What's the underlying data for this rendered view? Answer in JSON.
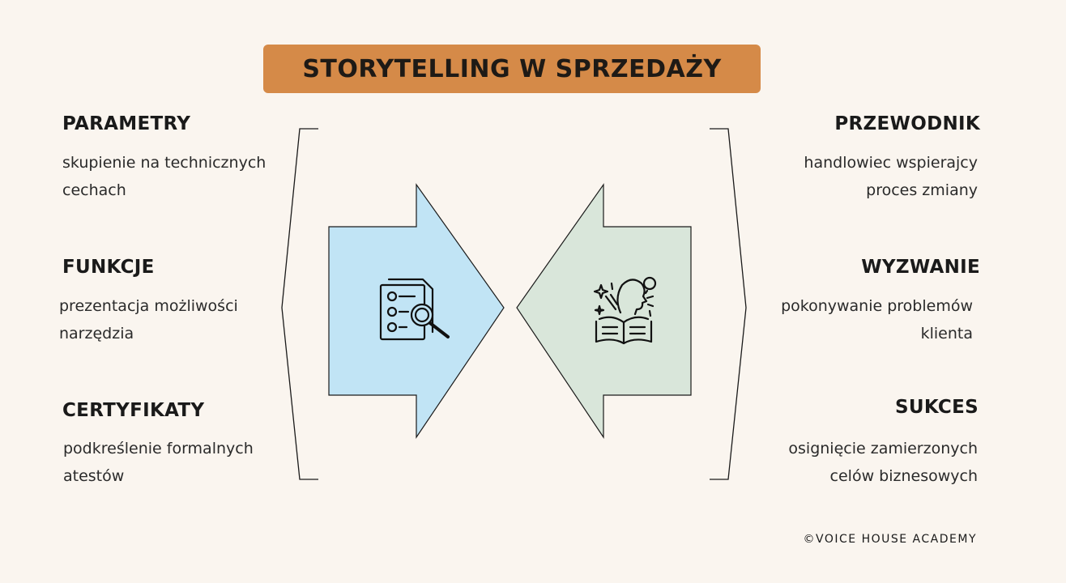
{
  "title": "STORYTELLING W SPRZEDAŻY",
  "left_items": [
    {
      "heading": "PARAMETRY",
      "line1": "skupienie na technicznych",
      "line2": "cechach"
    },
    {
      "heading": "FUNKCJE",
      "line1": "prezentacja możliwości",
      "line2": "narzędzia"
    },
    {
      "heading": "CERTYFIKATY",
      "line1": "podkreślenie formalnych",
      "line2": "atestów"
    }
  ],
  "right_items": [
    {
      "heading": "PRZEWODNIK",
      "line1": "handlowiec wspierajcy",
      "line2": "proces zmiany"
    },
    {
      "heading": "WYZWANIE",
      "line1": "pokonywanie problemów",
      "line2": "klienta"
    },
    {
      "heading": "SUKCES",
      "line1": "osignięcie zamierzonych",
      "line2": "celów biznesowych"
    }
  ],
  "icons": {
    "left_arrow_icon": "document-search-icon",
    "right_arrow_icon": "storytelling-book-icon"
  },
  "colors": {
    "title_bg": "#d58a48",
    "left_arrow": "#c1e4f5",
    "right_arrow": "#d9e6da",
    "background": "#faf5ef"
  },
  "footer": "©VOICE HOUSE ACADEMY"
}
